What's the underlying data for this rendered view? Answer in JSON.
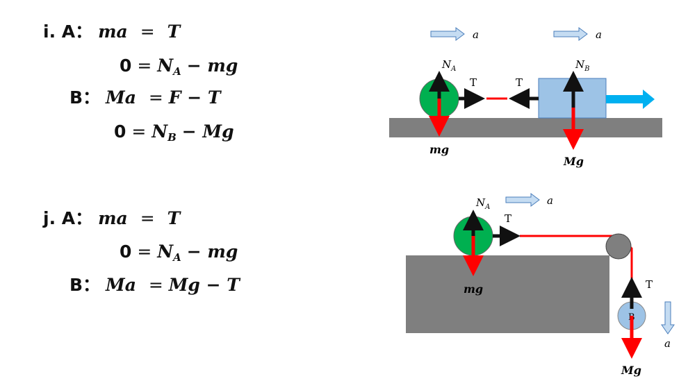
{
  "equations_i": {
    "A_label": "i. A：",
    "A_lhs": "ma",
    "A_rhs": "T",
    "A2_zero": "0",
    "A2_N": "N",
    "A2_sub": "A",
    "A2_tail": "− mg",
    "B_label": "B：",
    "B_lhs": "Ma",
    "B_rhs": "F − T",
    "B2_zero": "0",
    "B2_N": "N",
    "B2_sub": "B",
    "B2_tail": "− Mg"
  },
  "equations_j": {
    "A_label": "j. A：",
    "A_lhs": "ma",
    "A_rhs": "T",
    "A2_zero": "0",
    "A2_N": "N",
    "A2_sub": "A",
    "A2_tail": "− mg",
    "B_label": "B：",
    "B_lhs": "Ma",
    "B_rhs": "Mg − T"
  },
  "equals": "=",
  "diagram_i": {
    "accel_label": "a",
    "NA_main": "N",
    "NA_sub": "A",
    "NB_main": "N",
    "NB_sub": "B",
    "T_label": "T",
    "mg_label": "mg",
    "Mg_label": "Mg"
  },
  "diagram_j": {
    "accel_label": "a",
    "NA_main": "N",
    "NA_sub": "A",
    "T_label": "T",
    "mg_label": "mg",
    "Mg_label": "Mg",
    "B_label": "B"
  },
  "colors": {
    "ground": "#7f7f7f",
    "ball_A": "#00b050",
    "block_B": "#9dc3e6",
    "force_weight": "#ff0000",
    "force_normal": "#111111",
    "rope": "#ff0000",
    "applied_force": "#00b0f0",
    "accel_arrow_fill": "#c5dcf2",
    "accel_arrow_stroke": "#4a7ebb",
    "pulley": "#7f7f7f"
  }
}
